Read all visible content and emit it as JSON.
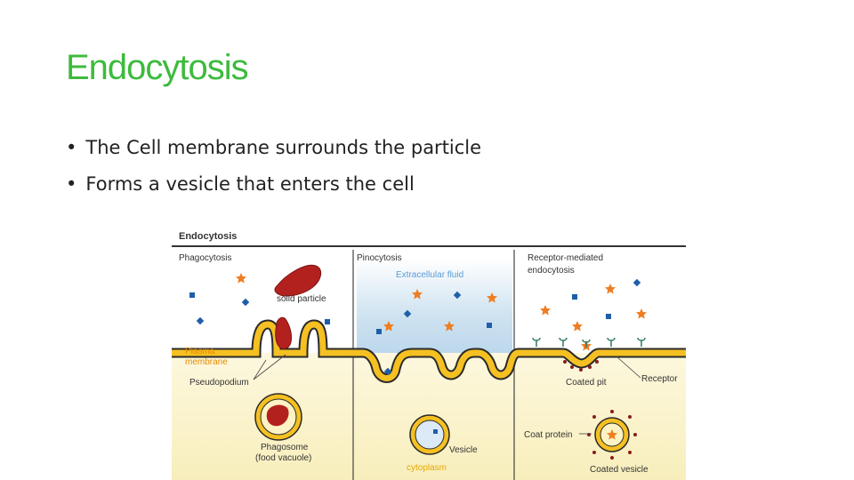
{
  "slide": {
    "title": "Endocytosis",
    "bullets": [
      "The Cell membrane surrounds the particle",
      "Forms a vesicle that enters the cell"
    ]
  },
  "figure": {
    "header": "Endocytosis",
    "sections": {
      "phagocytosis": {
        "title": "Phagocytosis",
        "solid_particle": "solid particle",
        "plasma_membrane_1": "Plasma",
        "plasma_membrane_2": "membrane",
        "pseudopodium": "Pseudopodium",
        "phagosome_1": "Phagosome",
        "phagosome_2": "(food vacuole)"
      },
      "pinocytosis": {
        "title": "Pinocytosis",
        "extracellular_fluid": "Extracellular fluid",
        "vesicle": "Vesicle",
        "cytoplasm": "cytoplasm"
      },
      "receptor_mediated": {
        "title_1": "Receptor-mediated",
        "title_2": "endocytosis",
        "coated_pit": "Coated pit",
        "receptor": "Receptor",
        "coat_protein": "Coat protein",
        "coated_vesicle": "Coated vesicle"
      }
    },
    "colors": {
      "membrane_fill": "#f5c022",
      "membrane_edge": "#2a2a2a",
      "particle": "#b3211e",
      "star": "#ef7d22",
      "square": "#1e5fa8",
      "extracellular": "#cfe3f1",
      "cytoplasm": "#fbf3cf",
      "coat_protein": "#8a1c1c",
      "receptor": "#2e7d5b",
      "plasma_label": "#e68a00"
    }
  }
}
